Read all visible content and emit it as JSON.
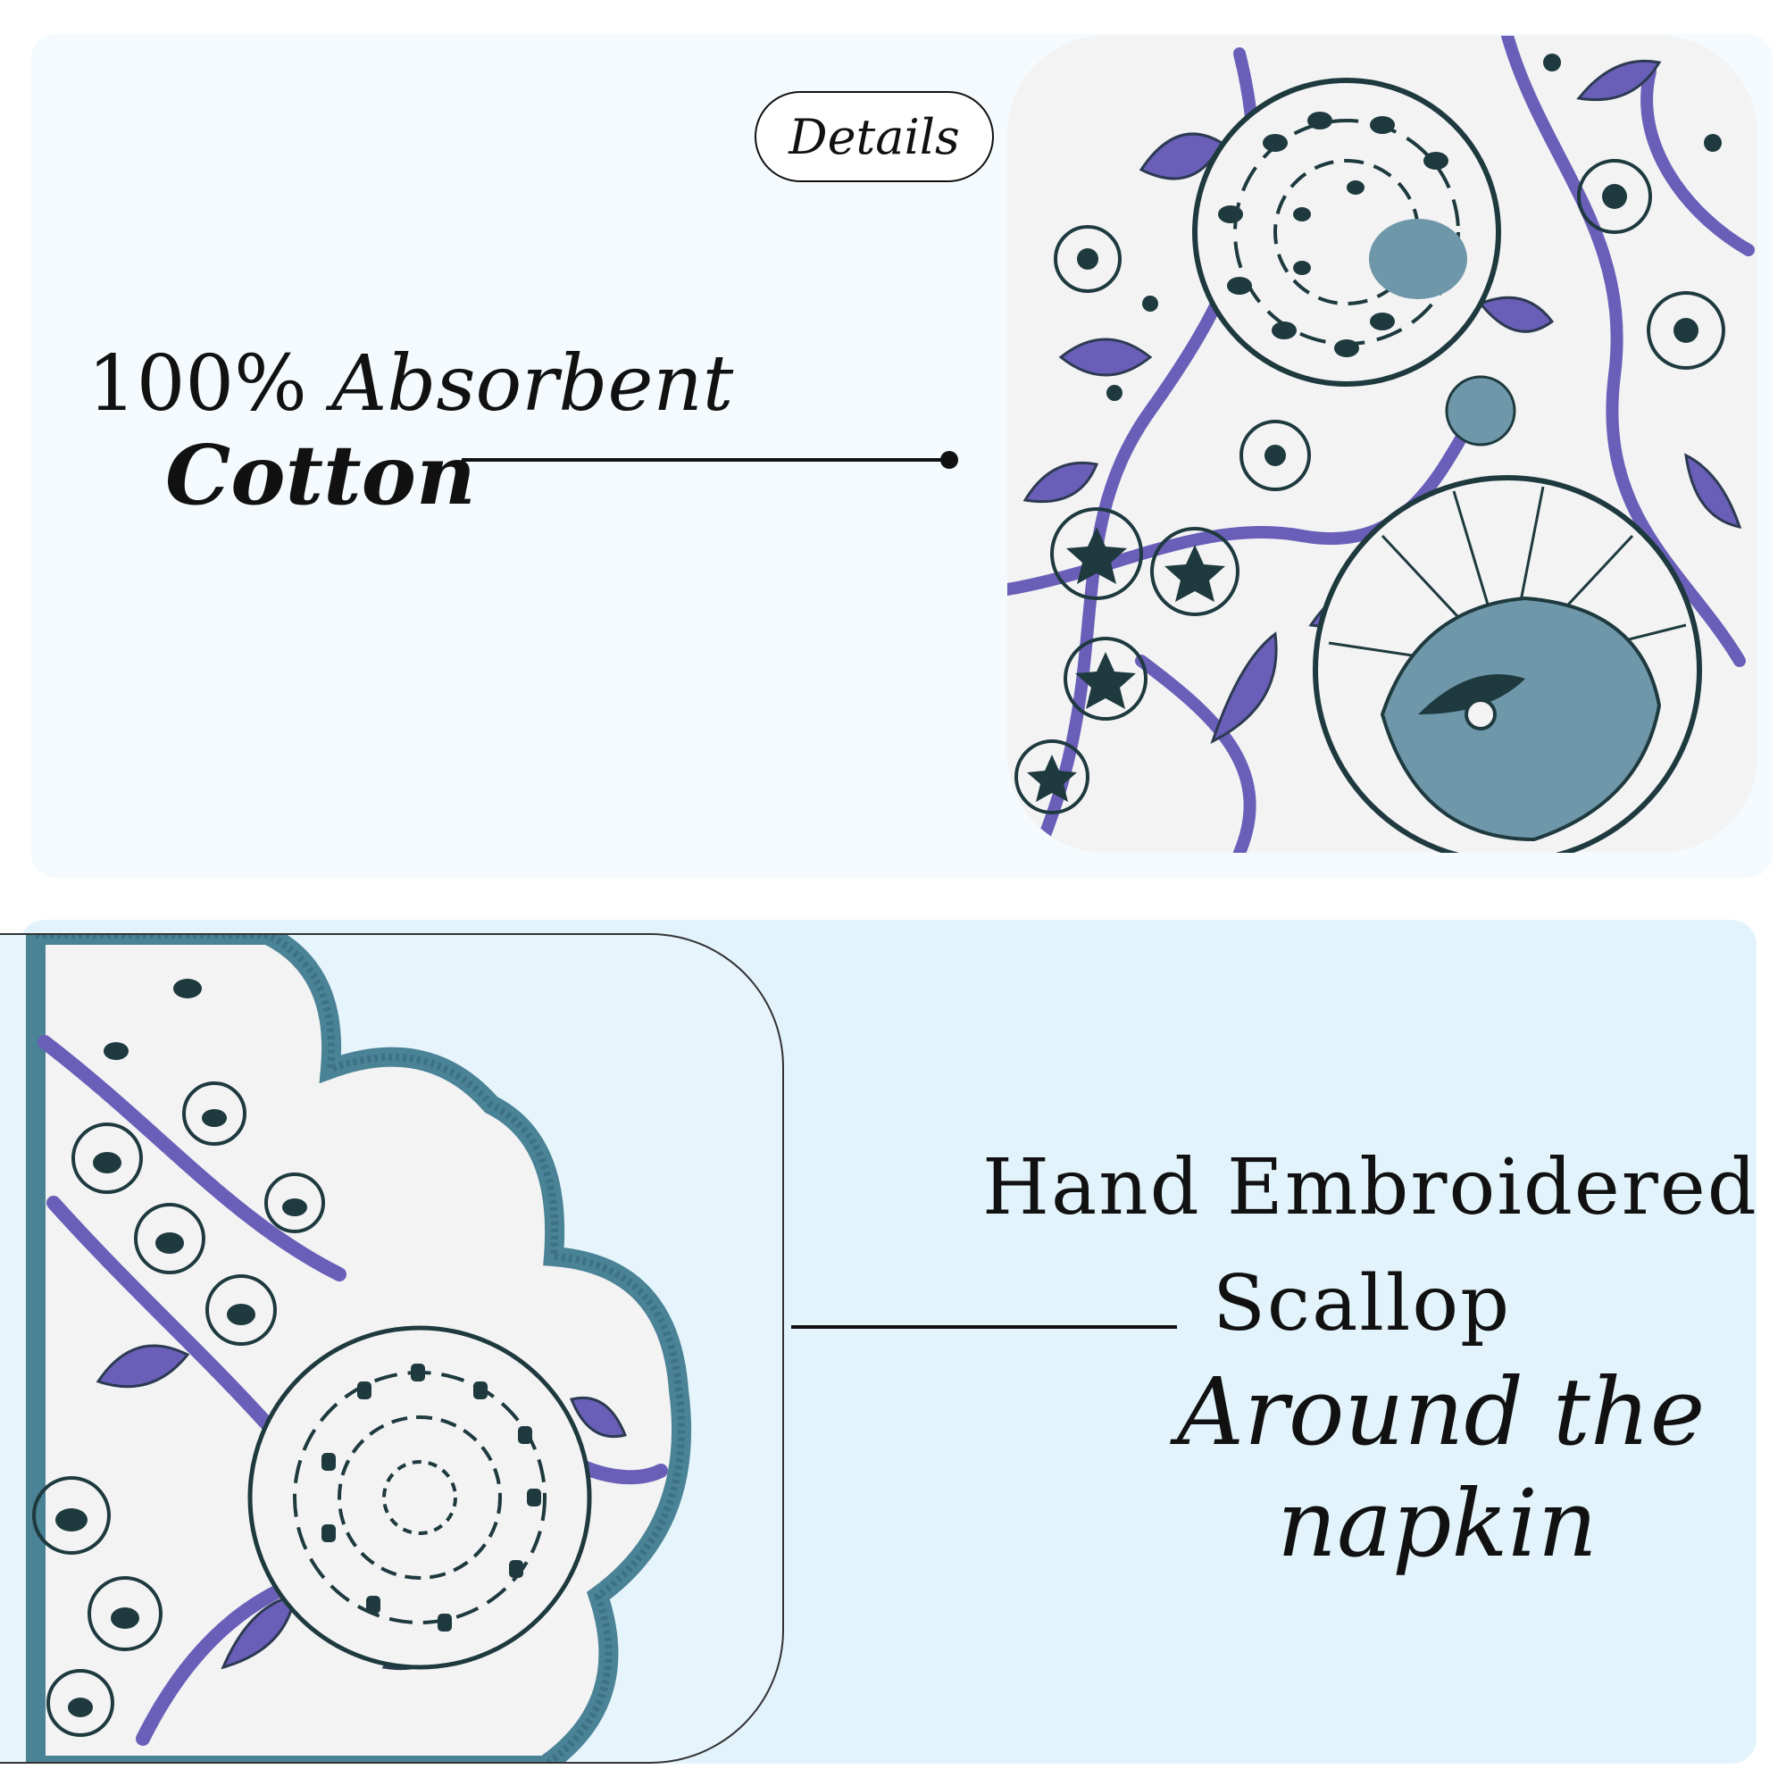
{
  "top_panel": {
    "badge": "Details",
    "feature_line1_num": "100%",
    "feature_line1_text": "Absorbent",
    "feature_line2": "Cotton"
  },
  "bottom_panel": {
    "feature_line1": "Hand Embroidered",
    "feature_line2": "Scallop",
    "feature_line3": "Around the",
    "feature_line4": "napkin"
  },
  "colors": {
    "top_background": "#f4fafd",
    "bottom_background": "#e2f3fb",
    "print_purple": "#6a5fb8",
    "print_dark": "#1e3a3f",
    "print_teal": "#6f97aa",
    "embroidery_teal": "#4a8296",
    "fabric_white": "#f3f3f4"
  },
  "icons": {
    "connector_dot": "filled-circle"
  }
}
